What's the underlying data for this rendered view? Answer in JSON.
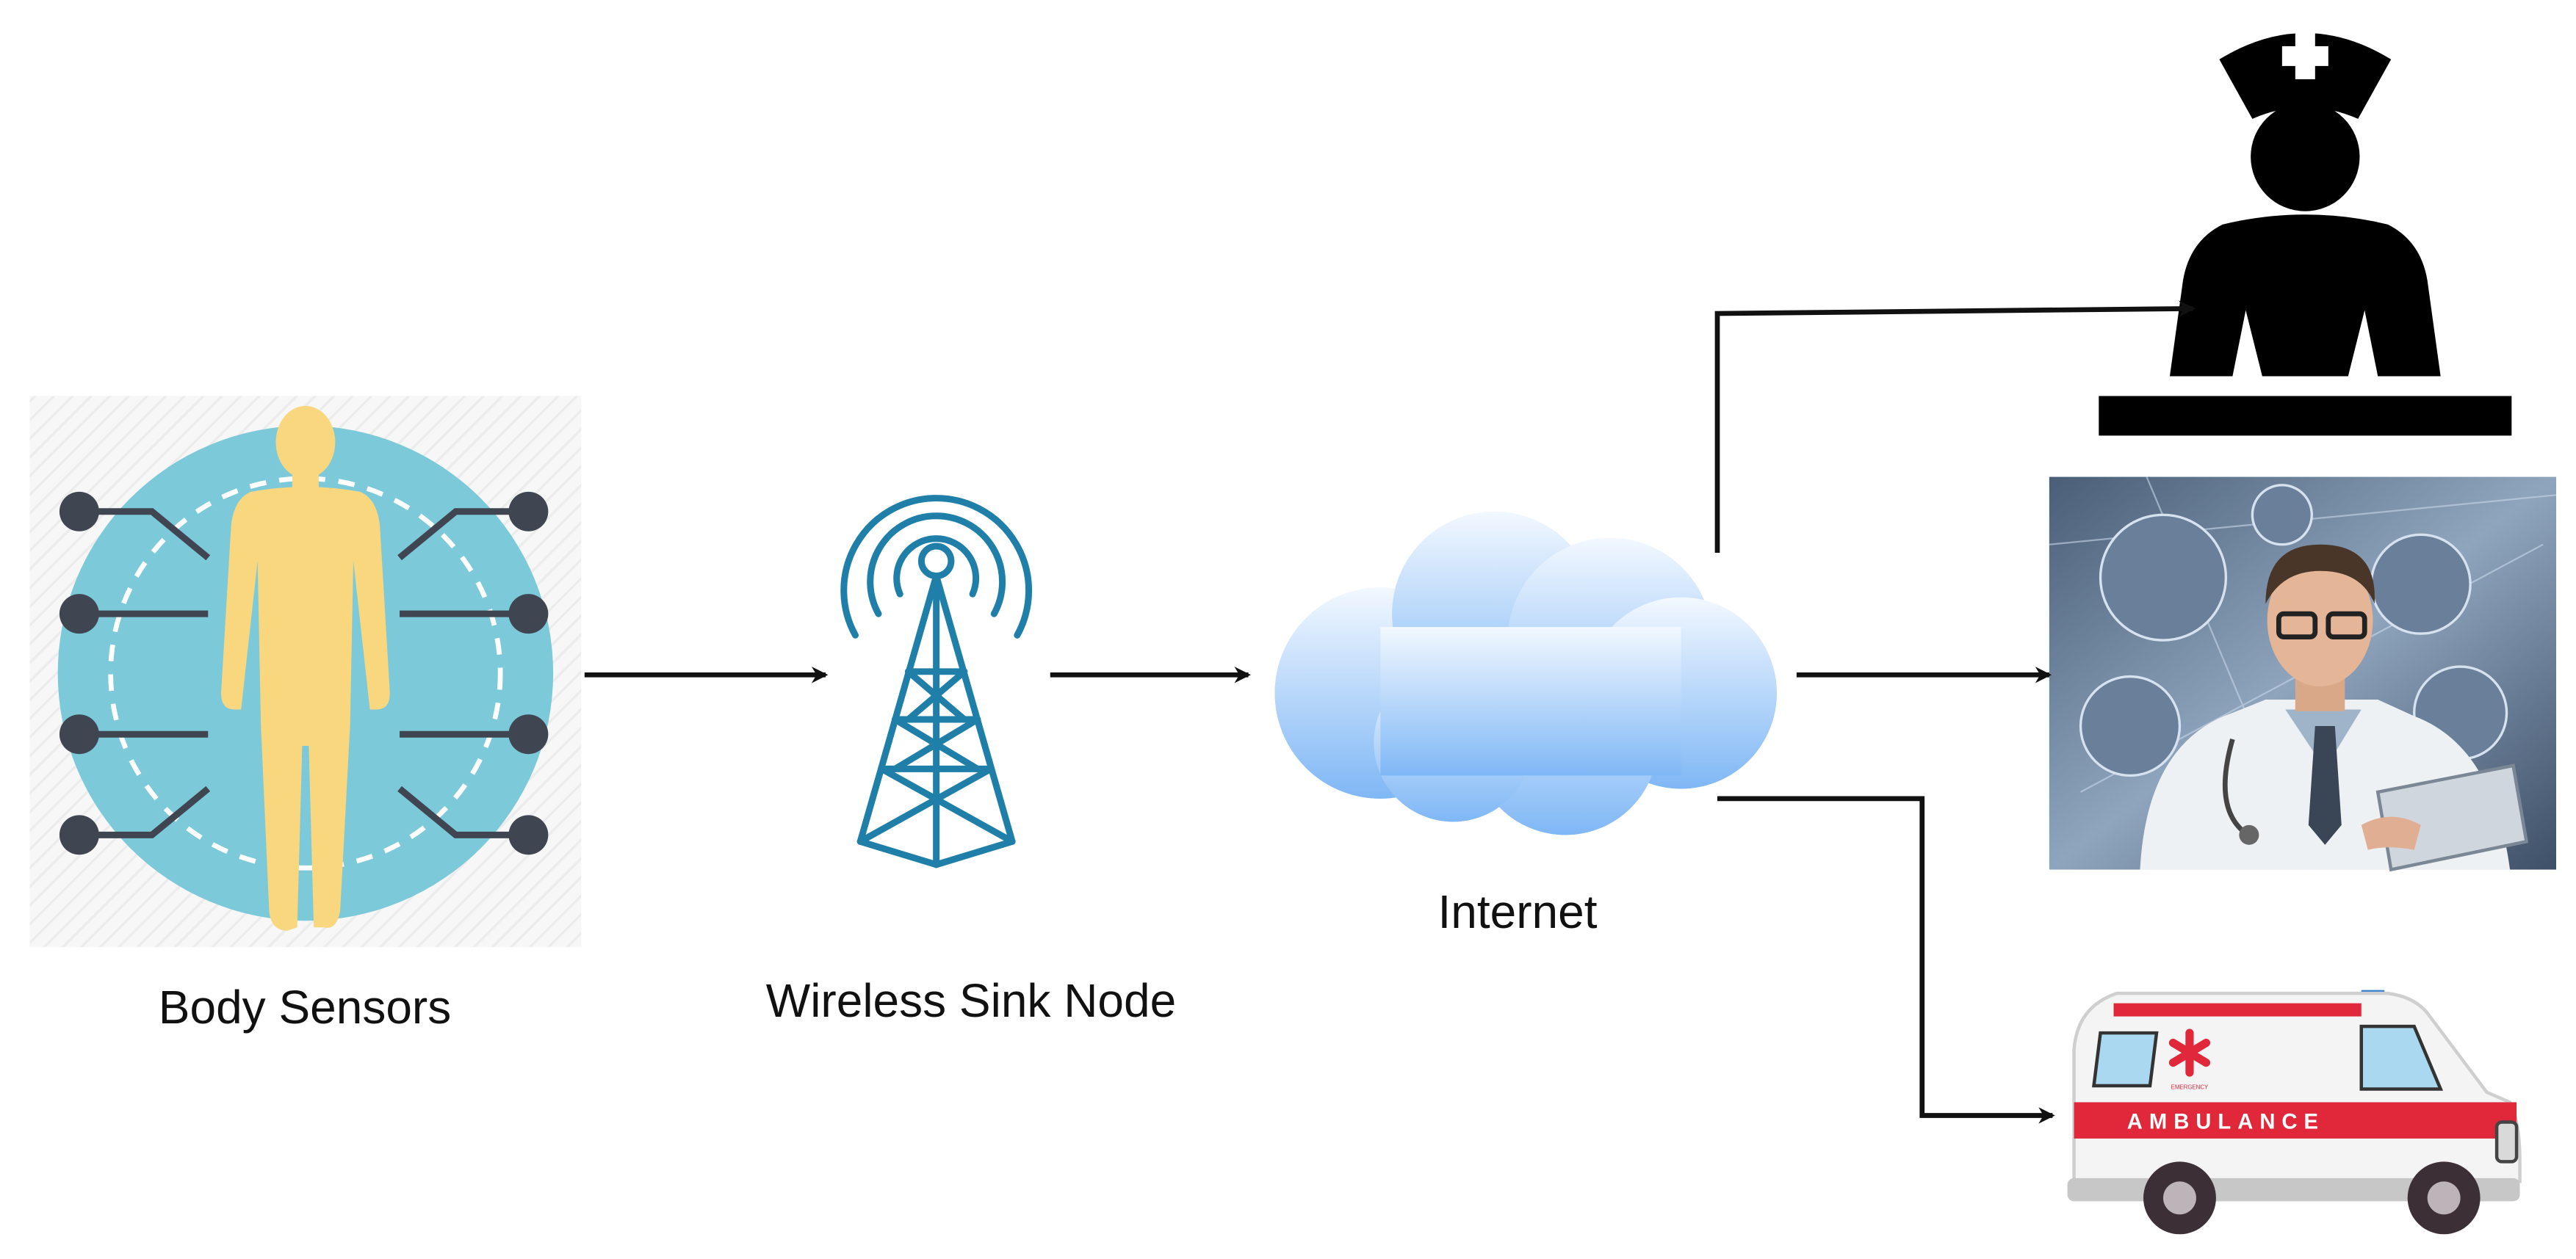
{
  "nodes": {
    "body_sensors": {
      "label": "Body Sensors",
      "icon": "human-body-sensors-icon"
    },
    "sink_node": {
      "label": "Wireless Sink Node",
      "icon": "radio-tower-icon"
    },
    "internet": {
      "label": "Internet",
      "icon": "cloud-icon"
    },
    "nurse": {
      "icon": "nurse-icon"
    },
    "doctor": {
      "icon": "doctor-photo"
    },
    "ambulance": {
      "icon": "ambulance-icon",
      "text": "AMBULANCE",
      "small_text": "EMERGENCY"
    }
  },
  "colors": {
    "sensor_disc": "#7cc9d9",
    "body": "#f8d77f",
    "electrode": "#3f4651",
    "tower": "#1f7fa8",
    "cloud_top": "#f2f8ff",
    "cloud_bottom": "#7fb7f5",
    "arrow": "#111111",
    "ambulance_red": "#e0283a"
  }
}
